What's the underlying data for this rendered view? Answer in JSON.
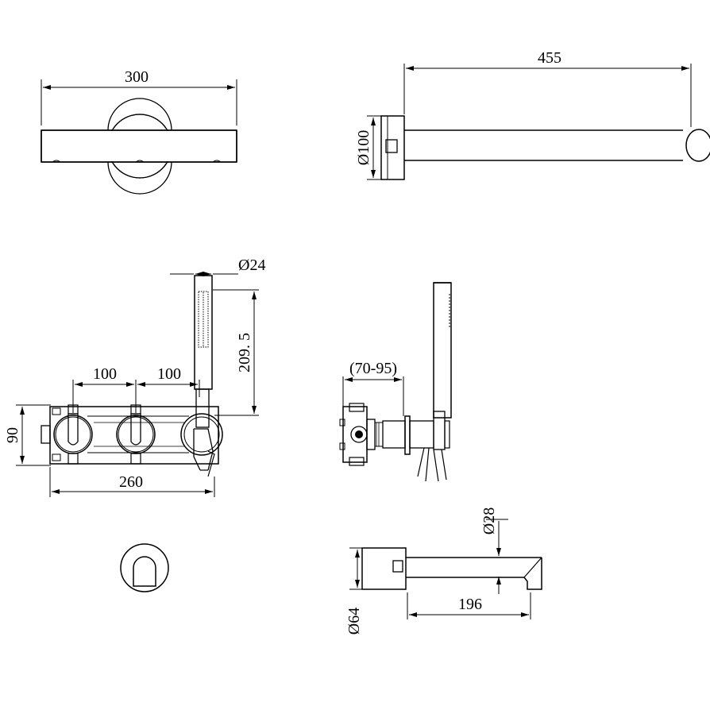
{
  "dimensions": {
    "shower_arm_width": "300",
    "shower_arm_length": "455",
    "wall_flange_diameter": "Ø100",
    "handshower_diameter": "Ø24",
    "handshower_height": "209. 5",
    "valve_spacing_left": "100",
    "valve_spacing_right": "100",
    "plate_height": "90",
    "plate_width": "260",
    "wall_depth_range": "(70-95)",
    "spout_diameter": "Ø28",
    "spout_flange_diameter": "Ø64",
    "spout_length": "196"
  }
}
